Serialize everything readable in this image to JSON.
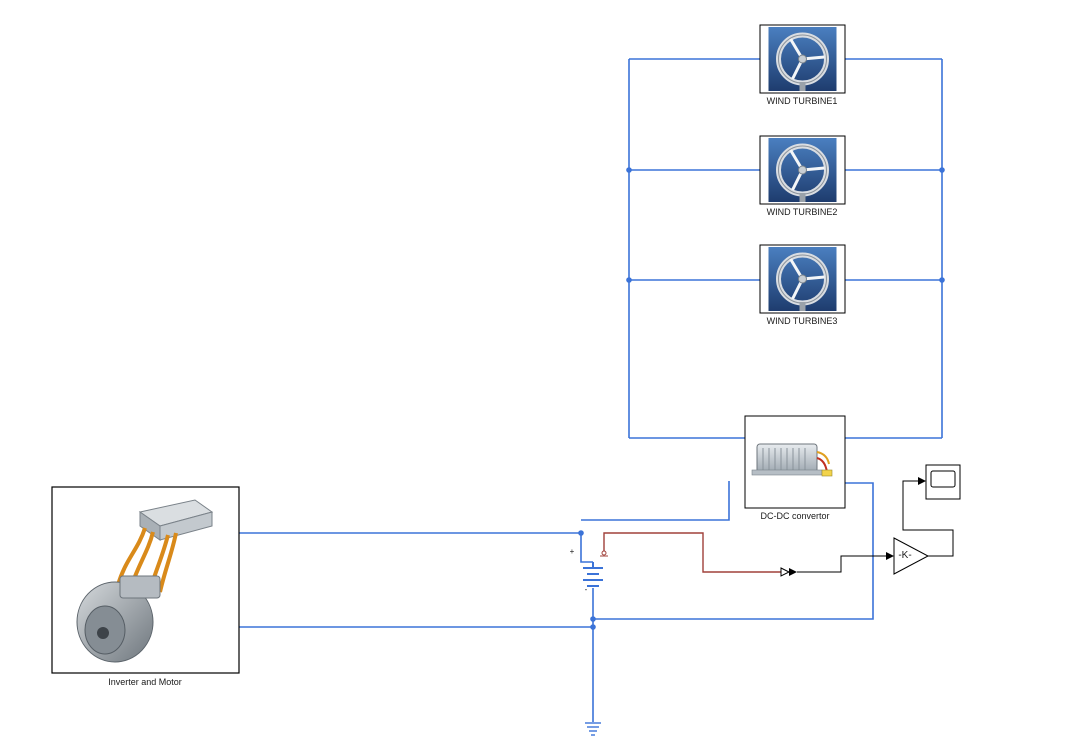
{
  "diagram": {
    "blocks": {
      "turbine1": {
        "label": "WIND TURBINE1",
        "icon": "wind-turbine-icon"
      },
      "turbine2": {
        "label": "WIND TURBINE2",
        "icon": "wind-turbine-icon"
      },
      "turbine3": {
        "label": "WIND TURBINE3",
        "icon": "wind-turbine-icon"
      },
      "dcdc": {
        "label": "DC-DC convertor",
        "icon": "dc-dc-converter-icon"
      },
      "motor": {
        "label": "Inverter and Motor",
        "icon": "inverter-motor-icon"
      },
      "gain": {
        "label": "-K-"
      },
      "scope": {
        "icon": "scope-icon"
      },
      "battery": {
        "plus": "+",
        "minus": "-",
        "icon": "battery-icon"
      },
      "ground": {
        "icon": "ground-icon"
      }
    },
    "colors": {
      "physical_line": "#3b73d8",
      "signal_line": "#000000",
      "measurement_line": "#a0403a",
      "block_border": "#000000"
    }
  }
}
